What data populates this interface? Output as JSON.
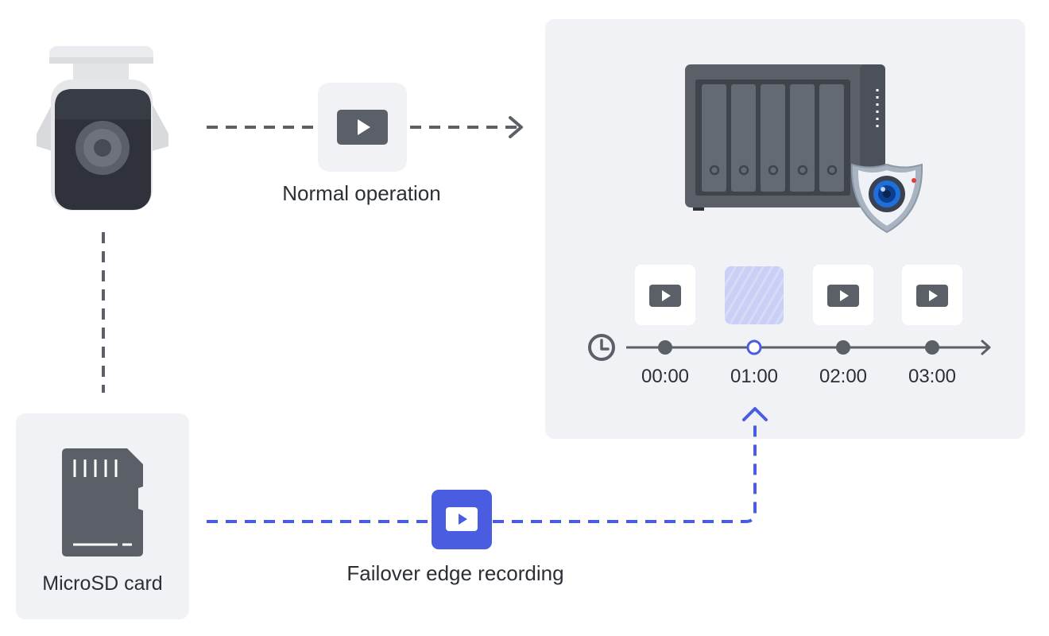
{
  "flows": {
    "normal": {
      "label": "Normal operation"
    },
    "failover": {
      "label": "Failover edge recording"
    }
  },
  "storage": {
    "microsd_label": "MicroSD card"
  },
  "timeline": {
    "times": [
      "00:00",
      "01:00",
      "02:00",
      "03:00"
    ],
    "slots": [
      {
        "state": "recorded"
      },
      {
        "state": "missing"
      },
      {
        "state": "recorded"
      },
      {
        "state": "recorded"
      }
    ]
  },
  "icons": {
    "camera": "bullet-camera-icon",
    "nas": "nas-server-icon",
    "surveillance": "surveillance-shield-icon",
    "video": "video-play-icon",
    "clock": "clock-icon",
    "sd": "microsd-card-icon"
  },
  "colors": {
    "accent": "#4a5de0",
    "dark": "#5b6068",
    "panel": "#f1f2f5",
    "missing_slot": "#c9cff5"
  }
}
